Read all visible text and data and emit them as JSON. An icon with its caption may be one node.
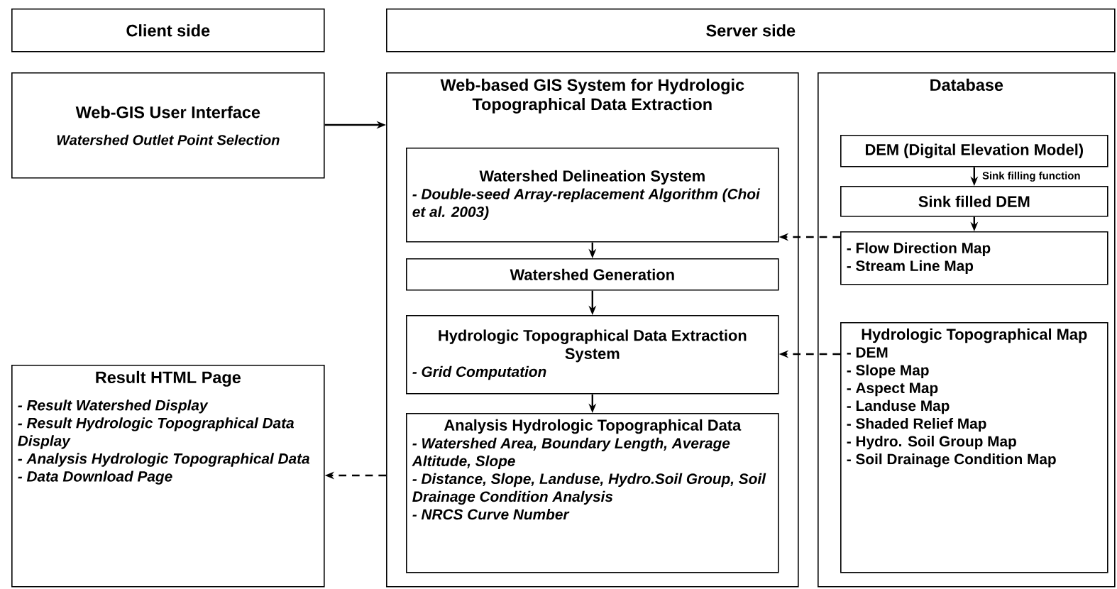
{
  "diagram": {
    "nodes": [
      {
        "text": [
          "Client side"
        ]
      },
      {
        "text": [
          "Server side"
        ]
      },
      {
        "text": [
          "Web-GIS User Interface",
          "Watershed Outlet Point Selection"
        ]
      },
      {
        "text": [
          "Web-based GIS System for Hydrologic Topographical Data Extraction"
        ]
      },
      {
        "text": [
          "Watershed Delineation System",
          "- Double-seed Array-replacement Algorithm (Choi et al. 2003)"
        ],
        "in": 3
      },
      {
        "text": [
          "Watershed Generation"
        ],
        "in": 3
      },
      {
        "text": [
          "Hydrologic Topographical Data Extraction System",
          "- Grid Computation"
        ],
        "in": 3
      },
      {
        "text": [
          "Analysis Hydrologic Topographical Data",
          "- Watershed Area, Boundary Length, Average Altitude, Slope",
          "- Distance, Slope, Landuse, Hydro.Soil Group, Soil Drainage Condition Analysis",
          "- NRCS Curve Number"
        ],
        "in": 3
      },
      {
        "text": [
          "Database"
        ]
      },
      {
        "text": [
          "DEM (Digital Elevation Model)"
        ],
        "in": 8
      },
      {
        "text": [
          "Sink filled DEM"
        ],
        "in": 8
      },
      {
        "text": [
          "- Flow Direction Map",
          "- Stream Line Map"
        ],
        "in": 8
      },
      {
        "text": [
          "Hydrologic Topographical Map",
          "- DEM",
          "- Slope Map",
          "- Aspect Map",
          "- Landuse Map",
          "- Shaded Relief Map",
          "- Hydro. Soil Group Map",
          "- Soil Drainage Condition Map"
        ],
        "in": 8
      },
      {
        "text": [
          "Result HTML Page",
          "- Result Watershed Display",
          "- Result Hydrologic Topographical Data Display",
          "- Analysis Hydrologic Topographical Data",
          "- Data Download Page"
        ]
      }
    ],
    "edges": [
      {
        "from": 2,
        "to": 3,
        "arrow": "to"
      },
      {
        "from": 4,
        "to": 5,
        "arrow": "to"
      },
      {
        "from": 5,
        "to": 6,
        "arrow": "to"
      },
      {
        "from": 6,
        "to": 7,
        "arrow": "to"
      },
      {
        "from": 9,
        "to": 10,
        "arrow": "to",
        "label": "Sink filling function"
      },
      {
        "from": 10,
        "to": 11,
        "arrow": "to"
      },
      {
        "from": 11,
        "to": 4,
        "arrow": "to",
        "style": "dashed"
      },
      {
        "from": 12,
        "to": 6,
        "arrow": "to",
        "style": "dashed"
      },
      {
        "from": 3,
        "to": 13,
        "arrow": "to",
        "style": "dashed"
      }
    ]
  }
}
